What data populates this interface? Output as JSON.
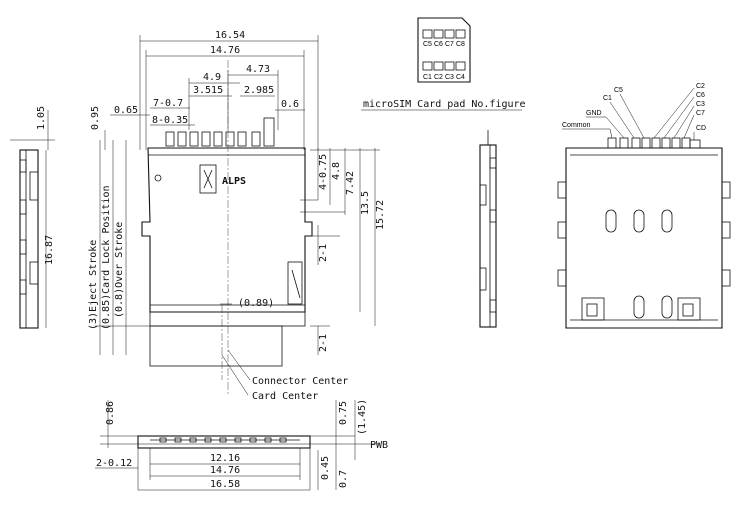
{
  "top_view": {
    "overall_width": "16.54",
    "card_width": "14.76",
    "pitch_a": "4.73",
    "pitch_b": "4.9",
    "pitch_c": "3.515",
    "pitch_d": "2.985",
    "pitch_e": "7-0.7",
    "pitch_f": "8-0.35",
    "offset_left": "0.65",
    "offset_right": "0.6",
    "height_left": "0.95",
    "right_dim_a": "4-0.75",
    "right_dim_b": "4.8",
    "right_dim_c": "7.42",
    "right_dim_d": "13.5",
    "right_dim_e": "15.72",
    "right_dim_f": "2-1",
    "right_dim_g": "2-1",
    "inner_offset": "(0.89)",
    "brand": "ALPS",
    "stroke_eject": "(3)Eject Stroke",
    "stroke_lock": "(0.85)Card Lock Position",
    "stroke_over": "(0.8)Over Stroke",
    "connector_center": "Connector Center",
    "card_center": "Card Center"
  },
  "left_view": {
    "top_height": "1.05",
    "length": "16.87"
  },
  "sim_pad": {
    "caption": "microSIM Card pad No.figure",
    "top_row": [
      "C5",
      "C6",
      "C7",
      "C8"
    ],
    "bottom_row": [
      "C1",
      "C2",
      "C3",
      "C4"
    ]
  },
  "pin_view": {
    "labels": [
      "Common",
      "GND",
      "C1",
      "C5",
      "C2",
      "C6",
      "C3",
      "C7",
      "CD"
    ]
  },
  "front_view": {
    "height_a": "0.86",
    "right_a": "0.75",
    "right_b": "(1.45)",
    "right_c": "0.45",
    "right_d": "0.7",
    "pwb": "PWB",
    "left_pitch": "2-0.12",
    "width_a": "12.16",
    "width_b": "14.76",
    "width_c": "16.58"
  }
}
